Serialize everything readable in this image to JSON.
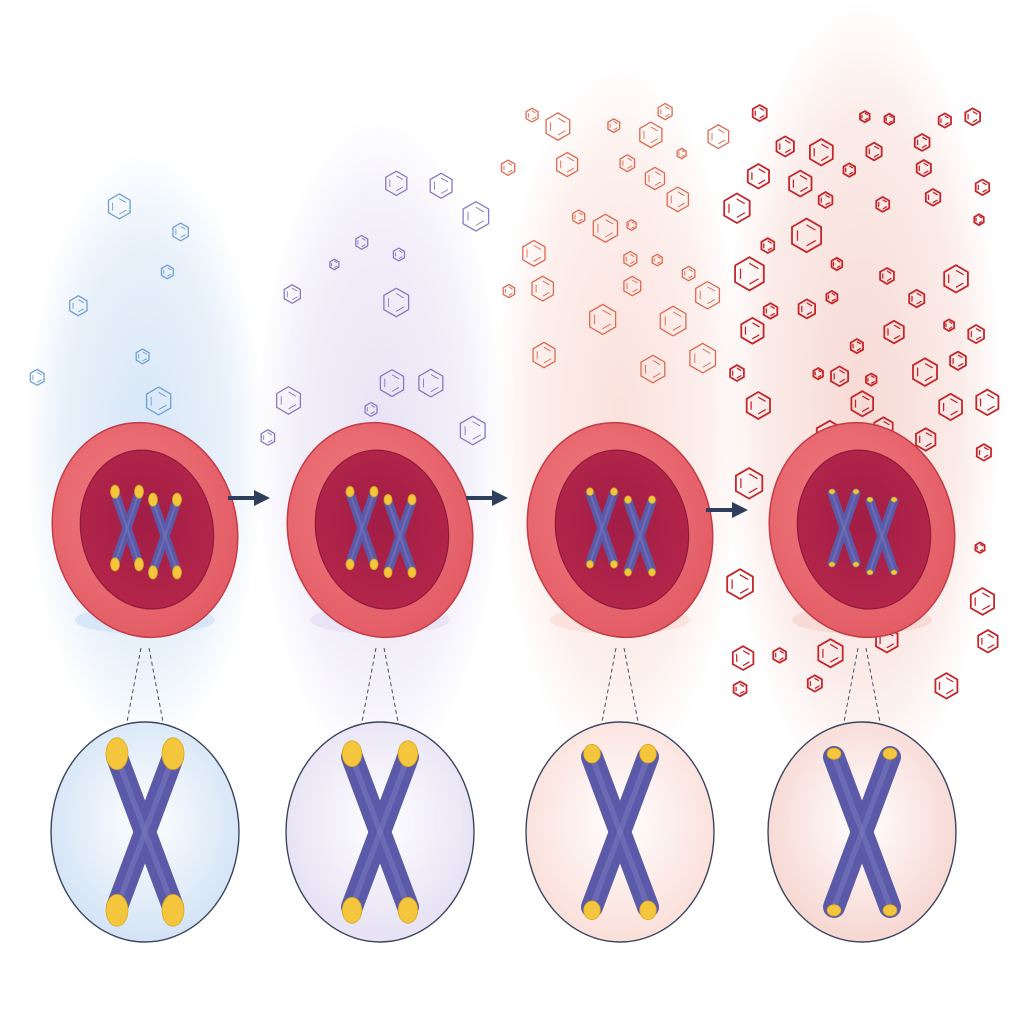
{
  "diagram": {
    "progression": "left-to-right",
    "stages": [
      {
        "stage": 1,
        "molecule_density": 7,
        "telomere_length": 1.0,
        "glow_color": "#cfe1f5",
        "molecule_color": "#6f9fd8"
      },
      {
        "stage": 2,
        "molecule_density": 14,
        "telomere_length": 0.75,
        "glow_color": "#e4def3",
        "molecule_color": "#8a78c4"
      },
      {
        "stage": 3,
        "molecule_density": 28,
        "telomere_length": 0.45,
        "glow_color": "#fadcd6",
        "molecule_color": "#e0684e"
      },
      {
        "stage": 4,
        "molecule_density": 60,
        "telomere_length": 0.15,
        "glow_color": "#f6d3cd",
        "molecule_color": "#c4262a"
      }
    ],
    "arrows": 3,
    "colors": {
      "cell_outer": "#e25a63",
      "cell_inner": "#b5264a",
      "chromosome": "#5b5aa8",
      "telomere": "#f4c63d",
      "arrow": "#2e3e5c",
      "inset_border": "#3b4560"
    }
  }
}
